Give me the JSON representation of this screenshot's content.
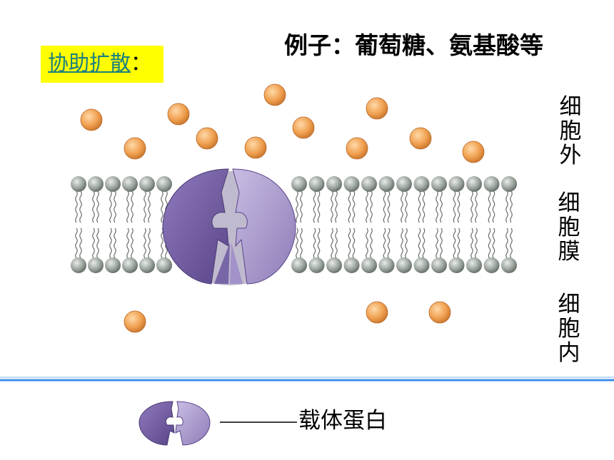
{
  "title": {
    "link_text": "协助扩散",
    "colon": "："
  },
  "example_text": "例子：葡萄糖、氨基酸等",
  "side_labels": {
    "outside": "细胞外",
    "membrane": "细胞膜",
    "inside": "细胞内"
  },
  "legend": {
    "label": "载体蛋白"
  },
  "colors": {
    "molecule": "#f0a050",
    "phospholipid_head": "#9aa39c",
    "carrier_protein": "#7b64a6",
    "divider": "#3a8ee6",
    "highlight": "#ffff00"
  }
}
